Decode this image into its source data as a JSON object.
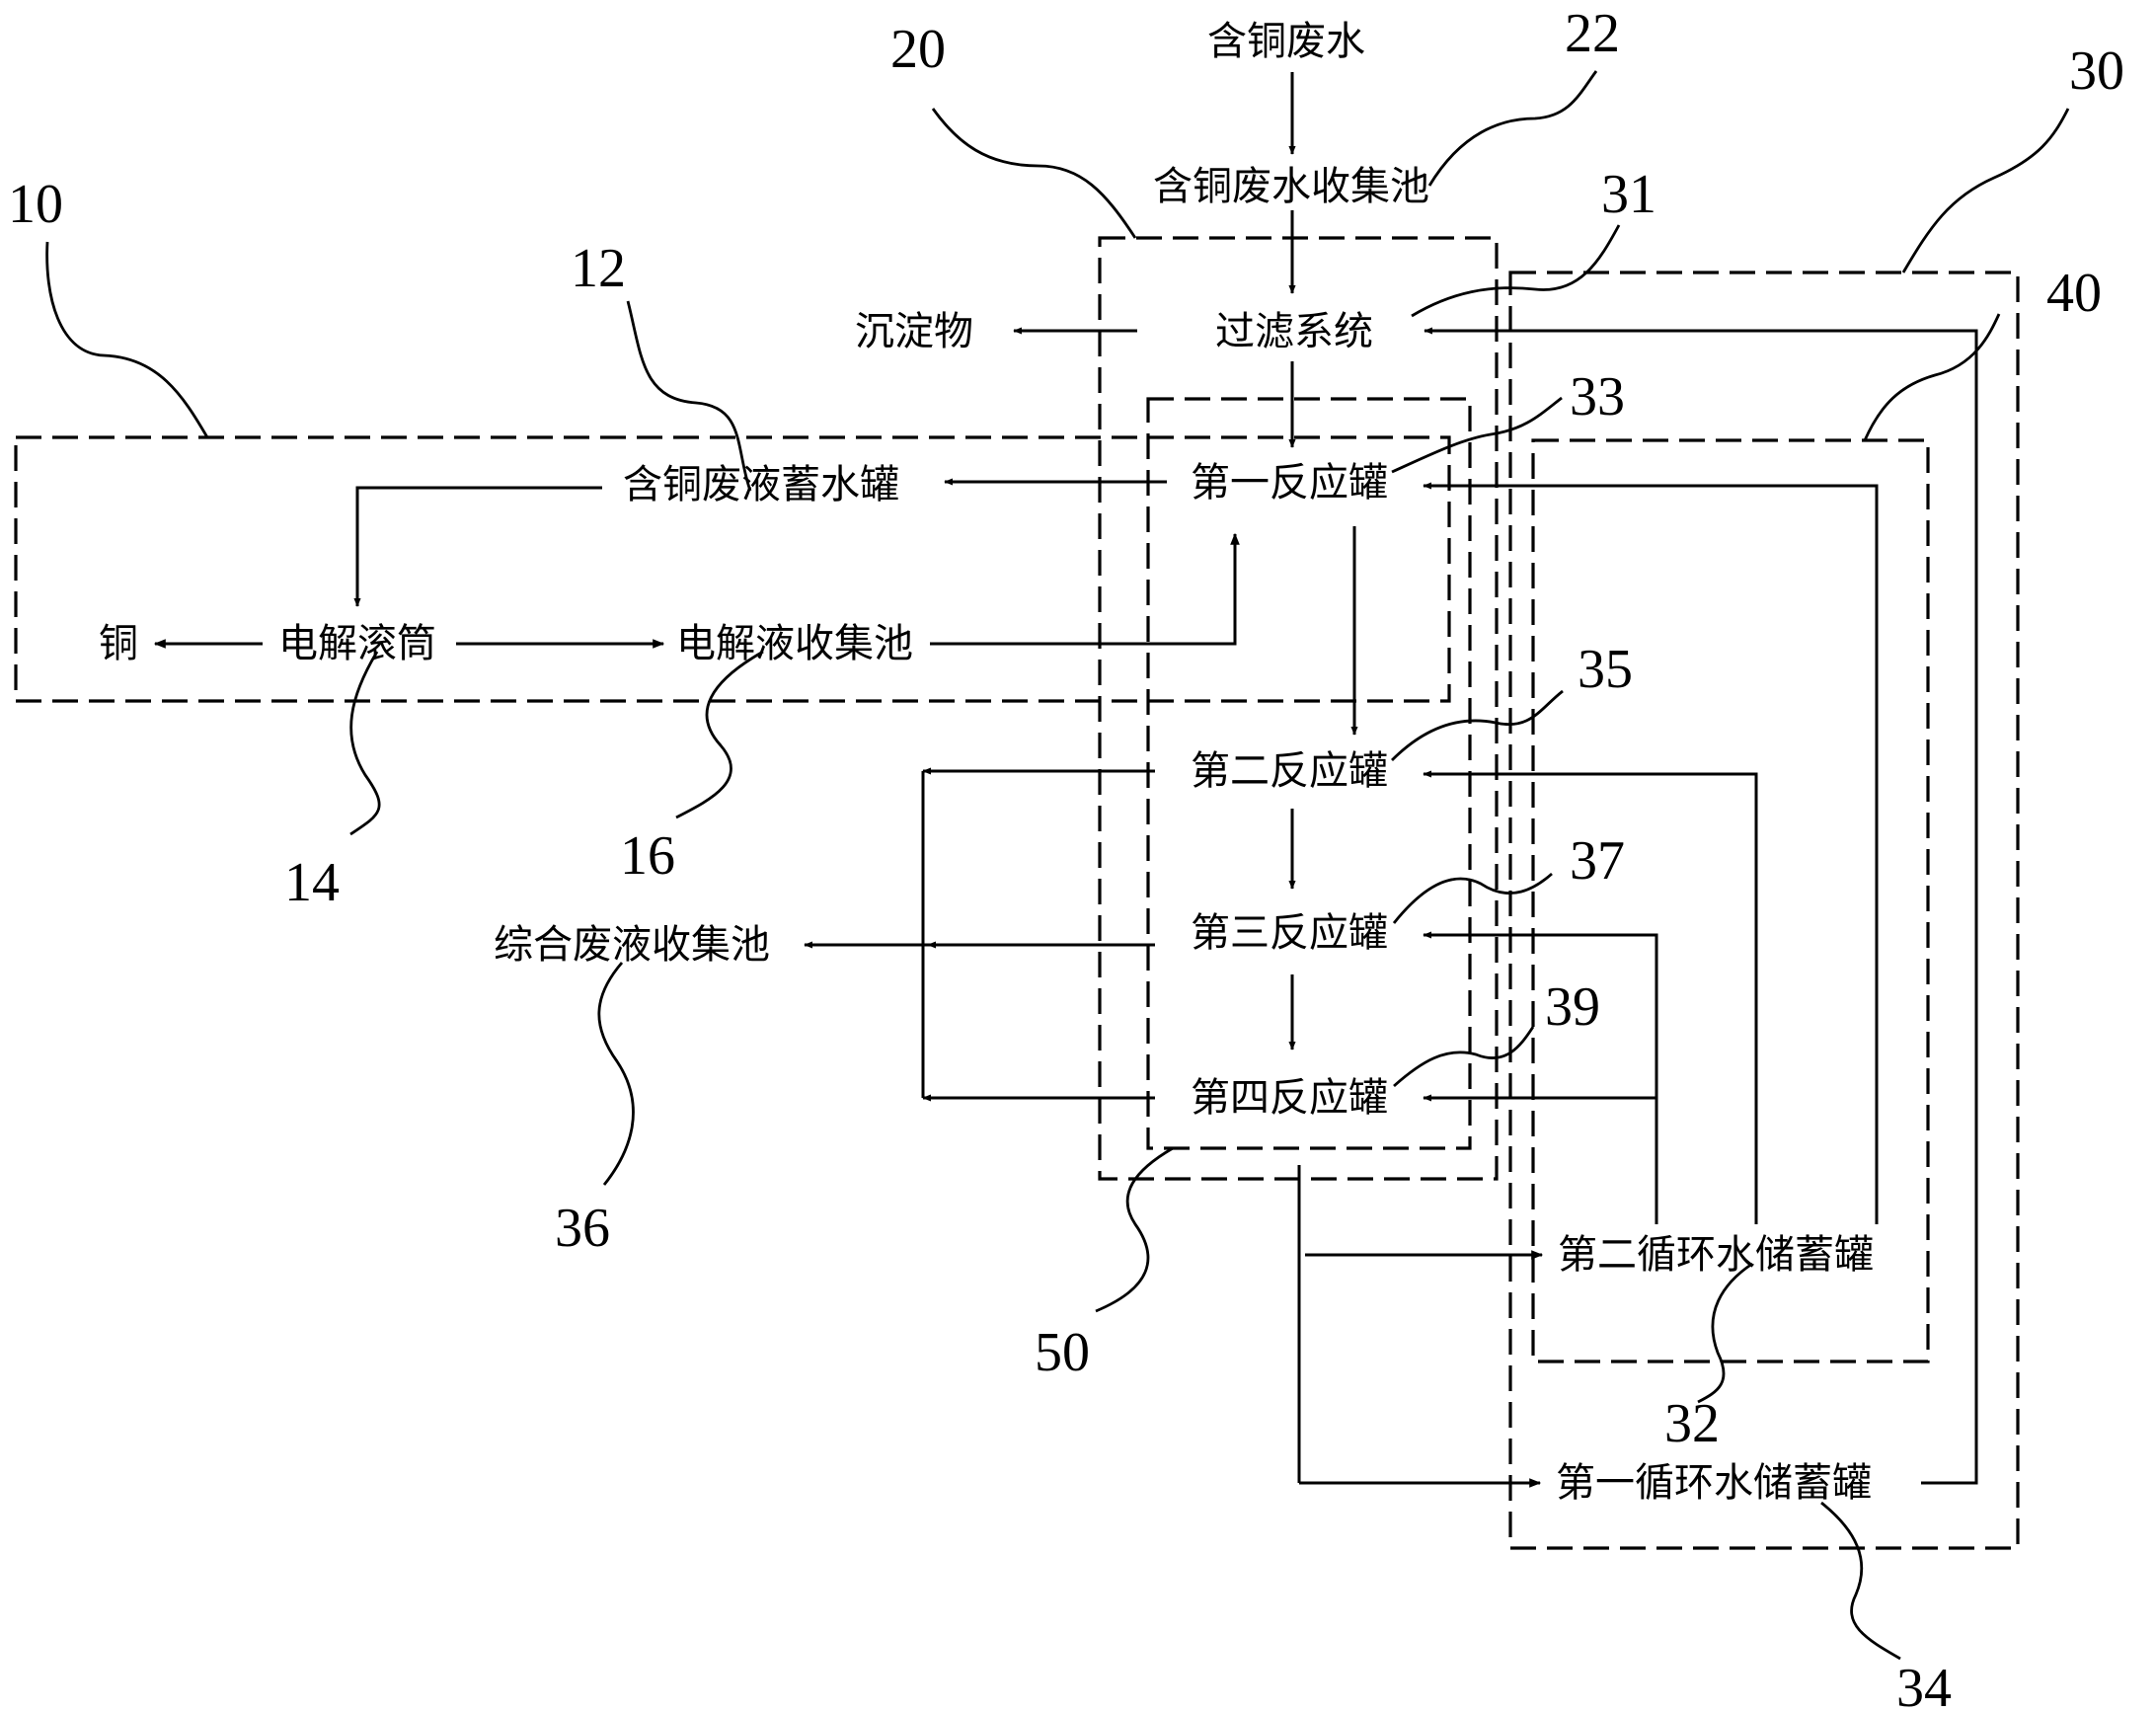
{
  "diagram": {
    "nodes": {
      "wastewater": "含铜废水",
      "collection_pool": "含铜废水收集池",
      "filter_system": "过滤系统",
      "sediment": "沉淀物",
      "storage_tank": "含铜废液蓄水罐",
      "copper": "铜",
      "electrolytic_drum": "电解滚筒",
      "electrolyte_pool": "电解液收集池",
      "reactor_1": "第一反应罐",
      "reactor_2": "第二反应罐",
      "reactor_3": "第三反应罐",
      "reactor_4": "第四反应罐",
      "composite_pool": "综合废液收集池",
      "circ_tank_2": "第二循环水储蓄罐",
      "circ_tank_1": "第一循环水储蓄罐"
    },
    "refs": {
      "r10": "10",
      "r12": "12",
      "r14": "14",
      "r16": "16",
      "r20": "20",
      "r22": "22",
      "r30": "30",
      "r31": "31",
      "r32": "32",
      "r33": "33",
      "r34": "34",
      "r35": "35",
      "r36": "36",
      "r37": "37",
      "r39": "39",
      "r40": "40",
      "r50": "50"
    }
  }
}
